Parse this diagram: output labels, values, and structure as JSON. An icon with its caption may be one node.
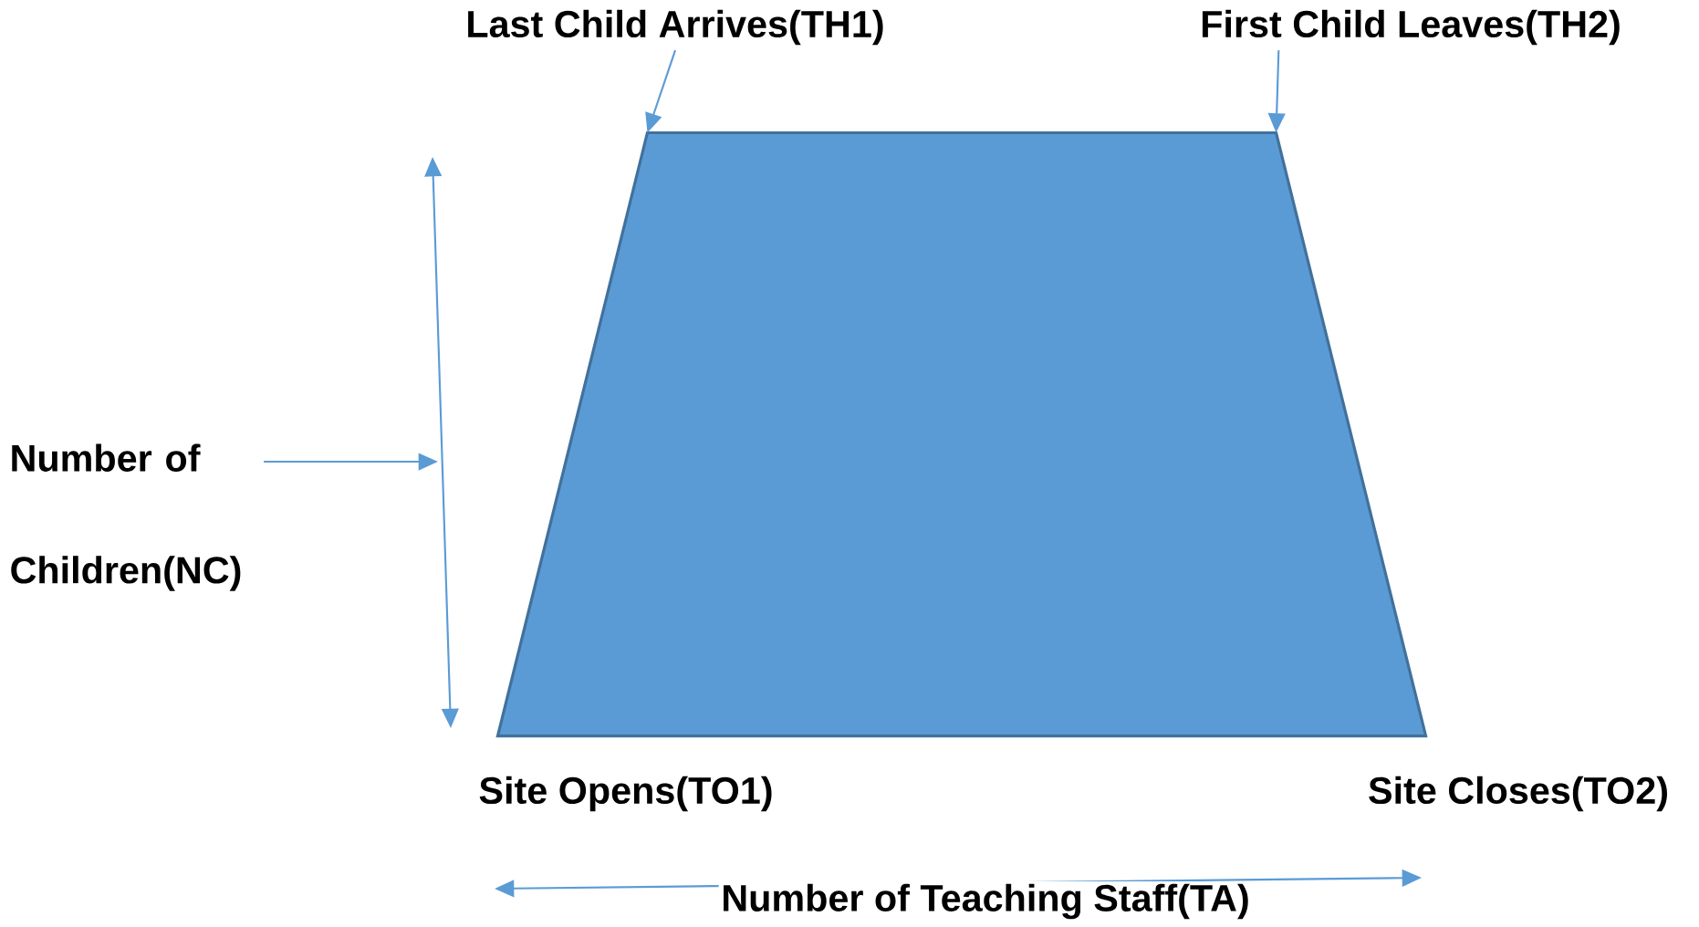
{
  "diagram": {
    "nodes": [
      {
        "text": [],
        "shape": "trapezoid"
      },
      {
        "text": [
          "Last Child Arrives(TH1)"
        ]
      },
      {
        "text": [
          "First Child Leaves(TH2)"
        ]
      },
      {
        "text": [
          "Number of Children(NC)"
        ]
      }
    ],
    "edges": [
      {
        "from": 1,
        "to": 0,
        "arrow": "to"
      },
      {
        "from": 2,
        "to": 0,
        "arrow": "to"
      },
      {
        "from": 3,
        "to": null,
        "arrow": "to"
      }
    ],
    "labels": [
      "Site Opens(TO1)",
      "Site Closes(TO2)",
      "Number of Teaching Staff(TA)"
    ]
  }
}
